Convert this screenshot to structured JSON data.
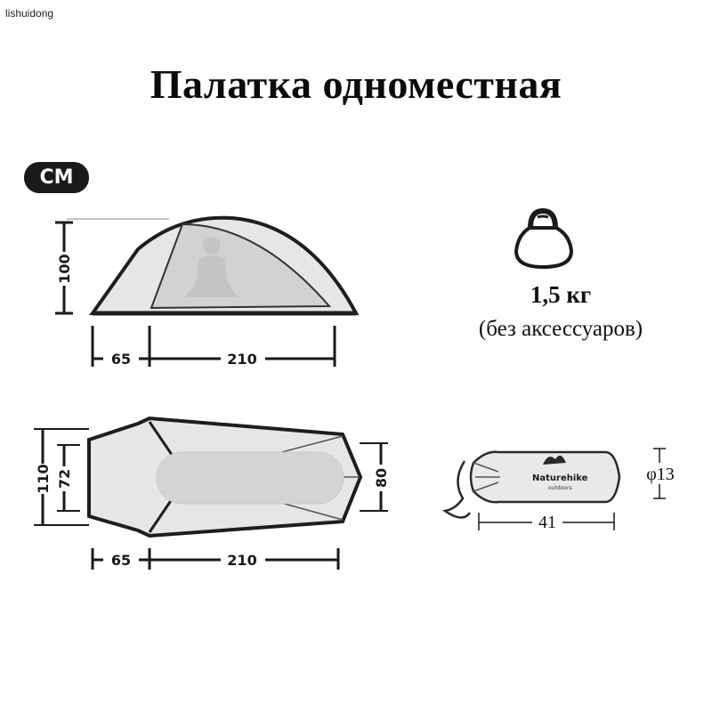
{
  "watermark": "lishuidong",
  "title": "Палатка одноместная",
  "unit": "CM",
  "side_view": {
    "height": "100",
    "vestibule": "65",
    "length": "210"
  },
  "top_view": {
    "width_outer": "110",
    "width_inner": "72",
    "width_foot": "80",
    "vestibule": "65",
    "length": "210"
  },
  "weight": {
    "value": "1,5 кг",
    "note": "(без аксессуаров)",
    "icon": "kettlebell-icon"
  },
  "packed": {
    "brand": "Naturehike",
    "brand_sub": "outdoors",
    "length": "41",
    "diameter": "φ13"
  },
  "colors": {
    "tent_fill": "#e6e6e4",
    "outline": "#1e1e1e",
    "badge": "#1a1a1a"
  }
}
